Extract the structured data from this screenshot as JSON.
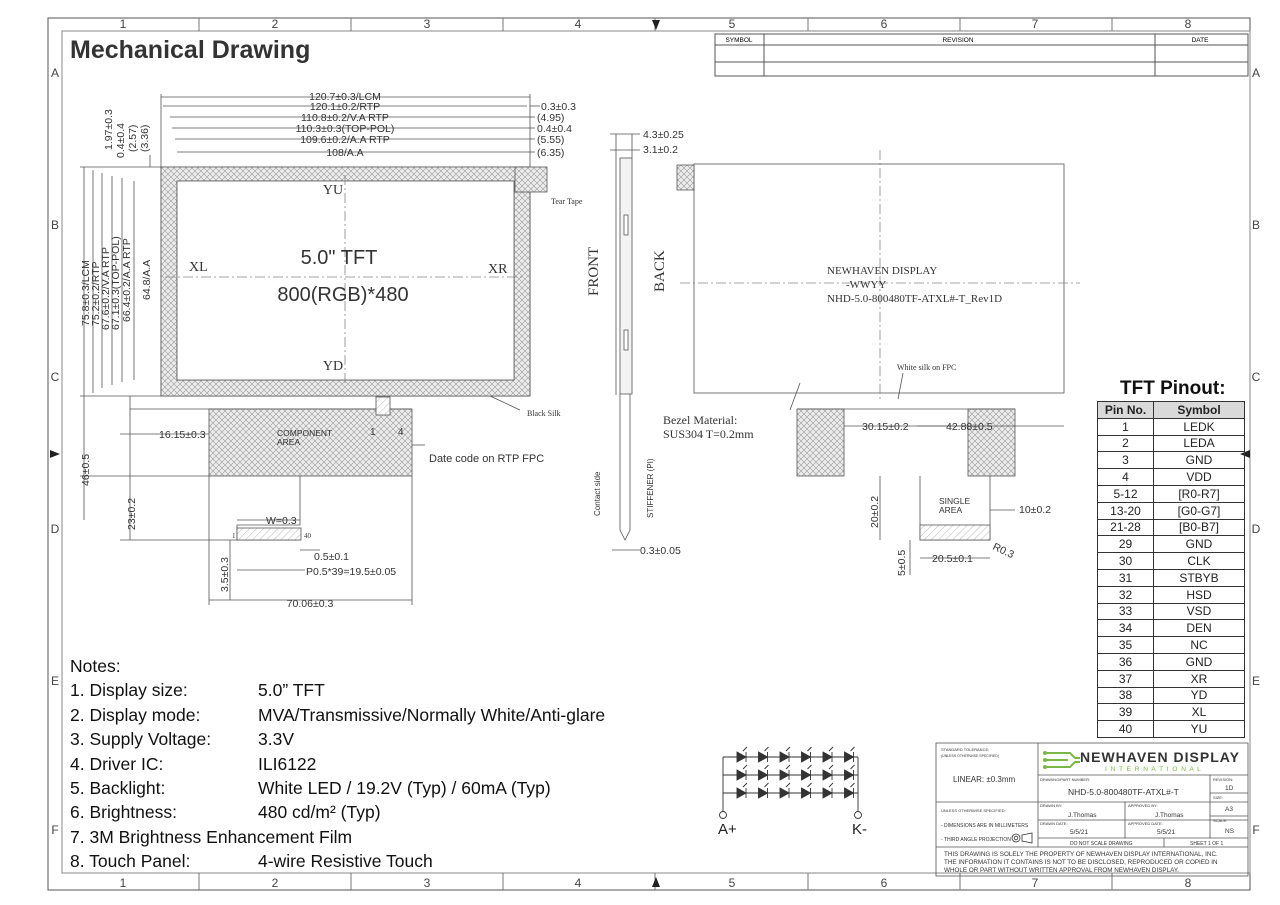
{
  "title": "Mechanical Drawing",
  "border": {
    "columns": [
      "1",
      "2",
      "3",
      "4",
      "5",
      "6",
      "7",
      "8"
    ],
    "rows": [
      "A",
      "B",
      "C",
      "D",
      "E",
      "F"
    ]
  },
  "revision_table": {
    "symbol": "SYMBOL",
    "revision": "REVISION",
    "date": "DATE"
  },
  "front_view": {
    "dims_top": [
      "120.7±0.3/LCM",
      "120.1±0.2/RTP",
      "110.8±0.2/V.A RTP",
      "110.3±0.3(TOP-POL)",
      "109.6±0.2/A.A RTP",
      "108/A.A"
    ],
    "dims_right": [
      "0.3±0.3",
      "(4.95)",
      "0.4±0.4",
      "(5.55)",
      "(6.35)"
    ],
    "dims_vtop": [
      "1.97±0.3",
      "0.4±0.4",
      "(2.57)",
      "(3.36)"
    ],
    "dims_left": [
      "75.8±0.3/LCM",
      "75.2±0.2/RTP",
      "67.6±0.2/V.A RTP",
      "67.1±0.3(TOP-POL)",
      "66.4±0.2/A.A RTP",
      "64.8/A.A"
    ],
    "label_yu": "YU",
    "label_yd": "YD",
    "label_xl": "XL",
    "label_xr": "XR",
    "screen_line1": "5.0\" TFT",
    "screen_line2": "800(RGB)*480",
    "tear_tape": "Tear Tape",
    "black_silk": "Black Silk",
    "component_area": "COMPONENT",
    "component_area2": "AREA",
    "pin1": "1",
    "pin4": "4",
    "date_code": "Date code on RTP FPC",
    "d_16": "16.15±0.3",
    "d_46": "46±0.5",
    "d_23": "23±0.2",
    "w": "W=0.3",
    "pin_1": "1",
    "pin_40": "40",
    "d_05": "0.5±0.1",
    "pitch": "P0.5*39=19.5±0.05",
    "d_35": "3.5±0.3",
    "d_70": "70.06±0.3"
  },
  "side_view": {
    "d_43": "4.3±0.25",
    "d_31": "3.1±0.2",
    "front": "FRONT",
    "contact": "Contact side",
    "stiffener": "STIFFENER (PI)",
    "d_03": "0.3±0.05"
  },
  "back_view": {
    "back": "BACK",
    "nh": "NEWHAVEN DISPLAY",
    "wwyy": "-WWYY",
    "part": "NHD-5.0-800480TF-ATXL#-T_Rev1D",
    "white_silk": "White silk on FPC",
    "bezel1": "Bezel Material:",
    "bezel2": "SUS304 T=0.2mm",
    "d_30": "30.15±0.2",
    "d_42": "42.88±0.5",
    "d_20": "20±0.2",
    "single1": "SINGLE",
    "single2": "AREA",
    "d_10": "10±0.2",
    "r": "R0.3",
    "d_5": "5±0.5",
    "d_205": "20.5±0.1"
  },
  "notes": {
    "heading": "Notes:",
    "items": [
      {
        "k": "1. Display size:",
        "v": "5.0” TFT"
      },
      {
        "k": "2. Display mode:",
        "v": "MVA/Transmissive/Normally White/Anti-glare"
      },
      {
        "k": "3. Supply Voltage:",
        "v": "3.3V"
      },
      {
        "k": "4. Driver IC:",
        "v": "ILI6122"
      },
      {
        "k": "5. Backlight:",
        "v": "White LED / 19.2V (Typ) / 60mA (Typ)"
      },
      {
        "k": "6. Brightness:",
        "v": "480 cd/m² (Typ)"
      },
      {
        "k": "7. 3M Brightness Enhancement Film",
        "v": ""
      },
      {
        "k": "8. Touch Panel:",
        "v": "4-wire Resistive Touch"
      }
    ]
  },
  "led": {
    "plus": "A+",
    "minus": "K-"
  },
  "pinout": {
    "title": "TFT Pinout:",
    "headers": [
      "Pin No.",
      "Symbol"
    ],
    "rows": [
      [
        "1",
        "LEDK"
      ],
      [
        "2",
        "LEDA"
      ],
      [
        "3",
        "GND"
      ],
      [
        "4",
        "VDD"
      ],
      [
        "5-12",
        "[R0-R7]"
      ],
      [
        "13-20",
        "[G0-G7]"
      ],
      [
        "21-28",
        "[B0-B7]"
      ],
      [
        "29",
        "GND"
      ],
      [
        "30",
        "CLK"
      ],
      [
        "31",
        "STBYB"
      ],
      [
        "32",
        "HSD"
      ],
      [
        "33",
        "VSD"
      ],
      [
        "34",
        "DEN"
      ],
      [
        "35",
        "NC"
      ],
      [
        "36",
        "GND"
      ],
      [
        "37",
        "XR"
      ],
      [
        "38",
        "YD"
      ],
      [
        "39",
        "XL"
      ],
      [
        "40",
        "YU"
      ]
    ]
  },
  "title_block": {
    "std_tol": "STANDARD TOLERANCE:",
    "std_tol2": "(UNLESS OTHERWISE SPECIFIED)",
    "linear": "LINEAR:   ±0.3mm",
    "company": "NEWHAVEN DISPLAY",
    "company_sub": "I N T E R N A T I O N A L",
    "drawing_label": "DRAWING/PART NUMBER:",
    "drawing": "NHD-5.0-800480TF-ATXL#-T",
    "revision_label": "REVISION:",
    "revision": "1D",
    "size_label": "SIZE:",
    "size": "A3",
    "unless": "UNLESS OTHERWISE SPECIFIED:",
    "dims_mm": "- DIMENSIONS ARE IN MILLIMETERS",
    "third_angle": "- THIRD ANGLE PROJECTION",
    "drawn_by_label": "DRAWN BY:",
    "drawn_by": "J.Thomas",
    "approved_by_label": "APPROVED BY:",
    "approved_by": "J.Thomas",
    "drawn_date_label": "DRAWN DATE:",
    "drawn_date": "5/5/21",
    "approved_date_label": "APPROVED DATE:",
    "approved_date": "5/5/21",
    "scale_label": "SCALE:",
    "scale": "NS",
    "no_scale": "DO NOT SCALE DRAWING",
    "sheet": "SHEET 1 OF 1",
    "disclaimer1": "THIS DRAWING IS SOLELY THE PROPERTY OF NEWHAVEN DISPLAY INTERNATIONAL, INC.",
    "disclaimer2": "THE INFORMATION IT CONTAINS IS NOT TO BE DISCLOSED, REPRODUCED OR COPIED IN",
    "disclaimer3": "WHOLE OR PART WITHOUT WRITTEN APPROVAL FROM NEWHAVEN DISPLAY."
  }
}
